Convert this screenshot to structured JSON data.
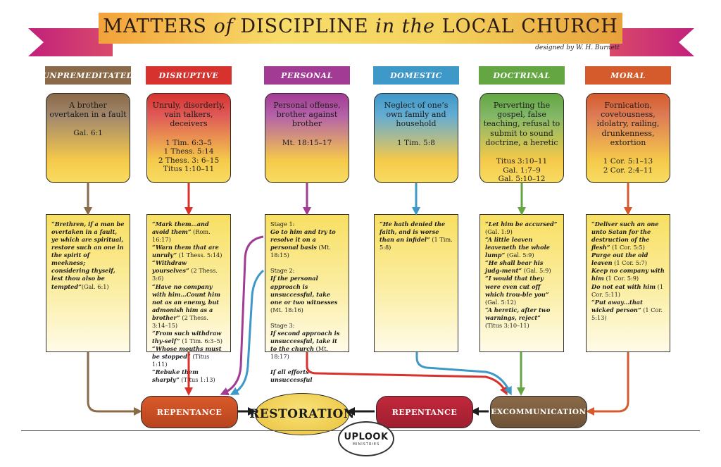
{
  "title": {
    "part1": "MATTERS ",
    "of": "of",
    "part2": " DISCIPLINE ",
    "in_the": "in the",
    "part3": " LOCAL CHURCH"
  },
  "credit": "designed by W. H. Burnett",
  "colors": {
    "unpremeditated": "#8a6a48",
    "disruptive": "#d7322e",
    "personal": "#a23b93",
    "domestic": "#3e98c8",
    "doctrinal": "#63a642",
    "moral": "#d55b2c",
    "repentance_left": "#d95a2b",
    "repentance_right": "#c2283a",
    "excommunication": "#8a6a48"
  },
  "columns": [
    {
      "header": "UNPREMEDITATED",
      "box_text": "A brother overtaken in a fault",
      "box_refs": [
        "Gal. 6:1"
      ],
      "detail": [
        {
          "t": "“Brethren, if a man be overtaken in a fault, ye which are spiritual, restore such an one in the spirit of meekness; considering thyself, lest thou also be tempted”",
          "q": true
        },
        {
          "t": "(Gal. 6:1)",
          "q": false
        }
      ]
    },
    {
      "header": "DISRUPTIVE",
      "box_text": "Unruly, disorderly, vain talkers, deceivers",
      "box_refs": [
        "1 Tim. 6:3–5",
        "1 Thess. 5:14",
        "2 Thess. 3: 6–15",
        "Titus 1:10–11"
      ],
      "detail": [
        {
          "t": "“Mark them…and avoid them”",
          "q": true
        },
        {
          "t": " (Rom. 16:17)",
          "q": false
        },
        {
          "t": "“Warn them that are unruly”",
          "q": true
        },
        {
          "t": " (1 Thess. 5:14)",
          "q": false
        },
        {
          "t": "“Withdraw yourselves”",
          "q": true
        },
        {
          "t": " (2 Thess. 3:6)",
          "q": false
        },
        {
          "t": "“Have no company with him…Count him not as an enemy, but admonish him as a brother”",
          "q": true
        },
        {
          "t": " (2 Thess. 3:14–15)",
          "q": false
        },
        {
          "t": "“From such withdraw thy-self”",
          "q": true
        },
        {
          "t": " (1 Tim. 6:3–5)",
          "q": false
        },
        {
          "t": "“Whose mouths must be stopped”",
          "q": true
        },
        {
          "t": " (Titus 1:11)",
          "q": false
        },
        {
          "t": "“Rebuke them sharply”",
          "q": true
        },
        {
          "t": " (Titus 1:13)",
          "q": false
        }
      ]
    },
    {
      "header": "PERSONAL",
      "box_text": "Personal offense, brother against brother",
      "box_refs": [
        "Mt. 18:15–17"
      ],
      "detail": [
        {
          "t": "Stage 1:",
          "q": false
        },
        {
          "t": "Go to him and try to resolve it on a personal basis",
          "q": true
        },
        {
          "t": " (Mt. 18:15)",
          "q": false
        },
        {
          "t": "Stage 2:",
          "q": false
        },
        {
          "t": "If the personal approach is unsuccessful, take one or two witnesses",
          "q": true
        },
        {
          "t": " (Mt. 18:16)",
          "q": false
        },
        {
          "t": "Stage 3:",
          "q": false
        },
        {
          "t": "If second approach is unsuccessful, take it to the church",
          "q": true
        },
        {
          "t": " (Mt. 18:17)",
          "q": false
        },
        {
          "t": "If all efforts unsuccessful",
          "q": true
        }
      ]
    },
    {
      "header": "DOMESTIC",
      "box_text": "Neglect of one’s own family and household",
      "box_refs": [
        "1 Tim. 5:8"
      ],
      "detail": [
        {
          "t": "“He hath denied the faith, and is worse than an infidel”",
          "q": true
        },
        {
          "t": " (1 Tim. 5:8)",
          "q": false
        }
      ]
    },
    {
      "header": "DOCTRINAL",
      "box_text": "Perverting the gospel, false teaching, refusal to submit to sound doctrine, a heretic",
      "box_refs": [
        "Titus 3:10–11",
        "Gal. 1:7–9",
        "Gal. 5:10–12"
      ],
      "detail": [
        {
          "t": "“Let him be accursed”",
          "q": true
        },
        {
          "t": " (Gal. 1:9)",
          "q": false
        },
        {
          "t": "“A little leaven leaveneth the whole lump”",
          "q": true
        },
        {
          "t": " (Gal. 5:9)",
          "q": false
        },
        {
          "t": "“He shall bear his judg-ment”",
          "q": true
        },
        {
          "t": " (Gal. 5:9)",
          "q": false
        },
        {
          "t": "“I would that they were even cut off which trou-ble you”",
          "q": true
        },
        {
          "t": " (Gal. 5:12)",
          "q": false
        },
        {
          "t": "“A heretic, after two warnings, reject”",
          "q": true
        },
        {
          "t": " (Titus 3:10–11)",
          "q": false
        }
      ]
    },
    {
      "header": "MORAL",
      "box_text": "Fornication, covetousness, idolatry, railing, drunkenness, extortion",
      "box_refs": [
        "1 Cor. 5:1–13",
        "2 Cor. 2:4–11"
      ],
      "detail": [
        {
          "t": "“Deliver such an one unto Satan for the destruction of the flesh”",
          "q": true
        },
        {
          "t": " (1 Cor. 5:5)",
          "q": false
        },
        {
          "t": "Purge out the old leaven",
          "q": true
        },
        {
          "t": " (1 Cor. 5:7)",
          "q": false
        },
        {
          "t": "Keep no company with him",
          "q": true
        },
        {
          "t": " (1 Cor. 5:9)",
          "q": false
        },
        {
          "t": "Do not eat with him",
          "q": true
        },
        {
          "t": " (1 Cor. 5:11)",
          "q": false
        },
        {
          "t": "“Put away…that wicked person”",
          "q": true
        },
        {
          "t": " (1 Cor. 5:13)",
          "q": false
        }
      ]
    }
  ],
  "outcomes": {
    "repentance_left": "REPENTANCE",
    "restoration": "RESTORATION",
    "repentance_right": "REPENTANCE",
    "excommunication": "EXCOMMUNICATION"
  },
  "logo": {
    "text": "UPLOOK",
    "sub": "MINISTRIES"
  }
}
